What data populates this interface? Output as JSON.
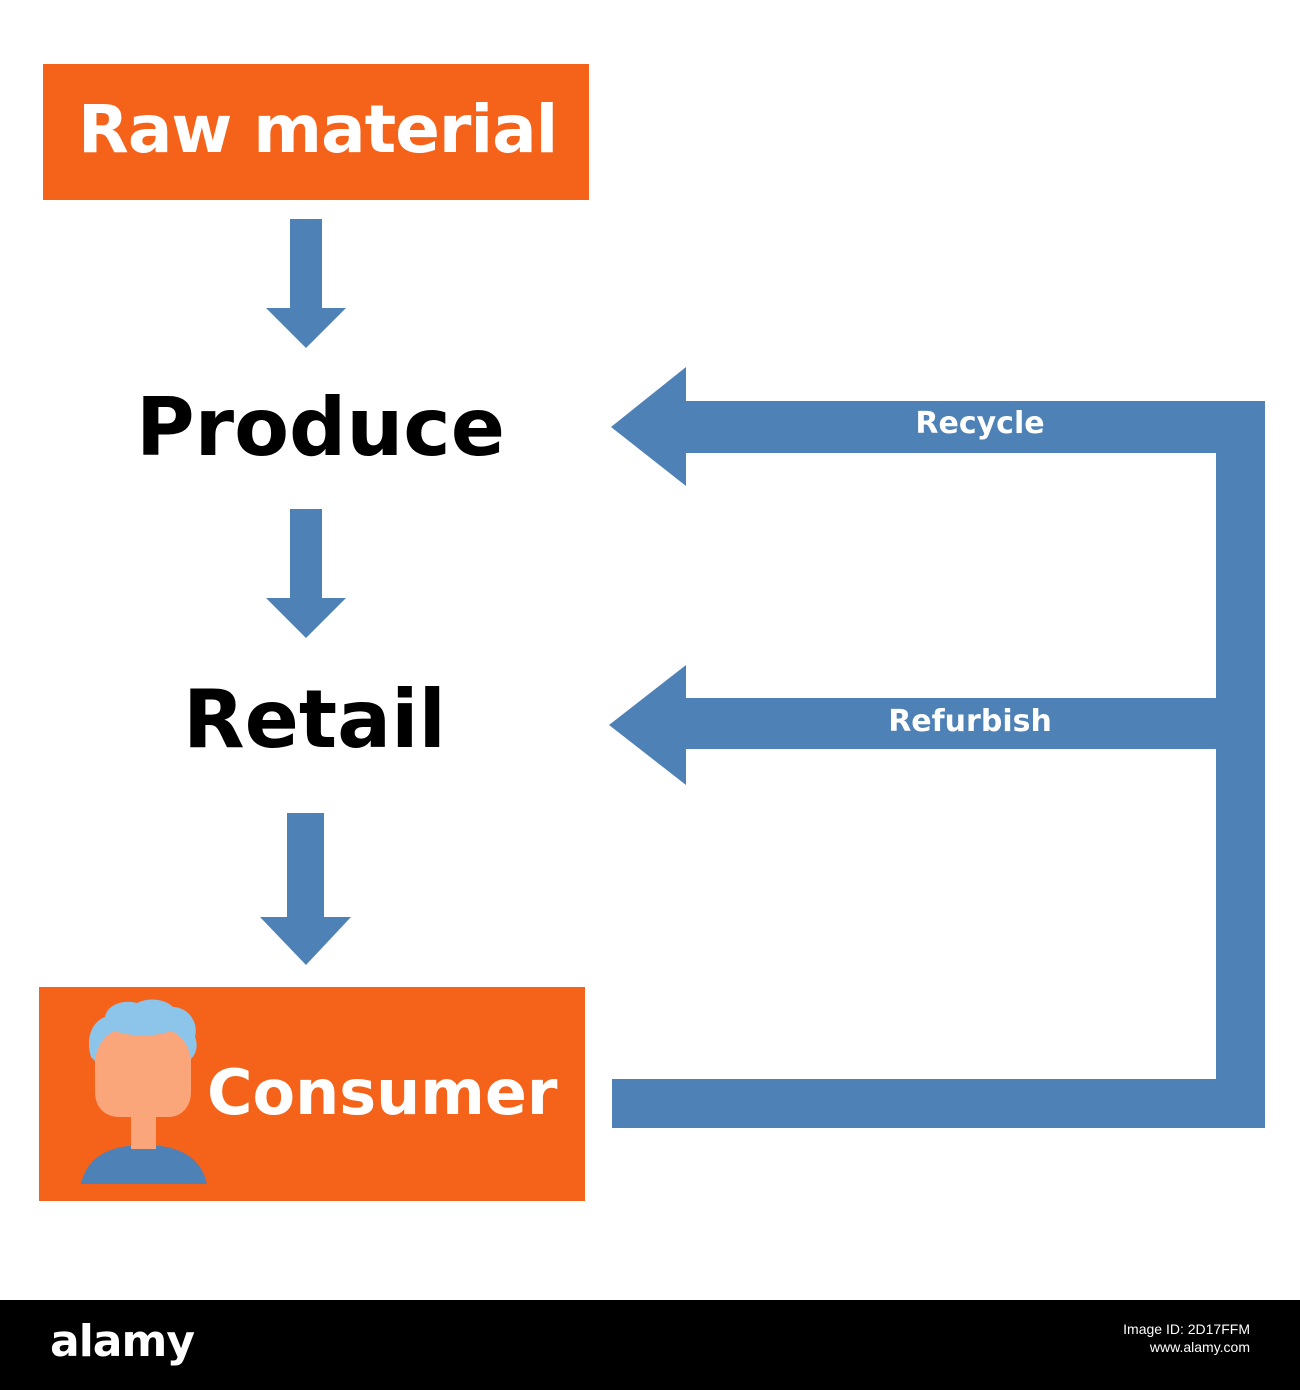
{
  "colors": {
    "box": "#f5621a",
    "arrow": "#4e81b6",
    "stage_text": "#000000",
    "box_text": "#ffffff",
    "avatar_hair": "#8cc4ea",
    "avatar_skin": "#fba57a",
    "avatar_shirt": "#4e81b6"
  },
  "diagram": {
    "raw_material": "Raw material",
    "produce": "Produce",
    "retail": "Retail",
    "consumer": "Consumer",
    "recycle": "Recycle",
    "refurbish": "Refurbish",
    "consumer_icon": "person-avatar-icon"
  },
  "footer": {
    "brand": "alamy",
    "image_id": "Image ID: 2D17FFM",
    "site": "www.alamy.com"
  }
}
